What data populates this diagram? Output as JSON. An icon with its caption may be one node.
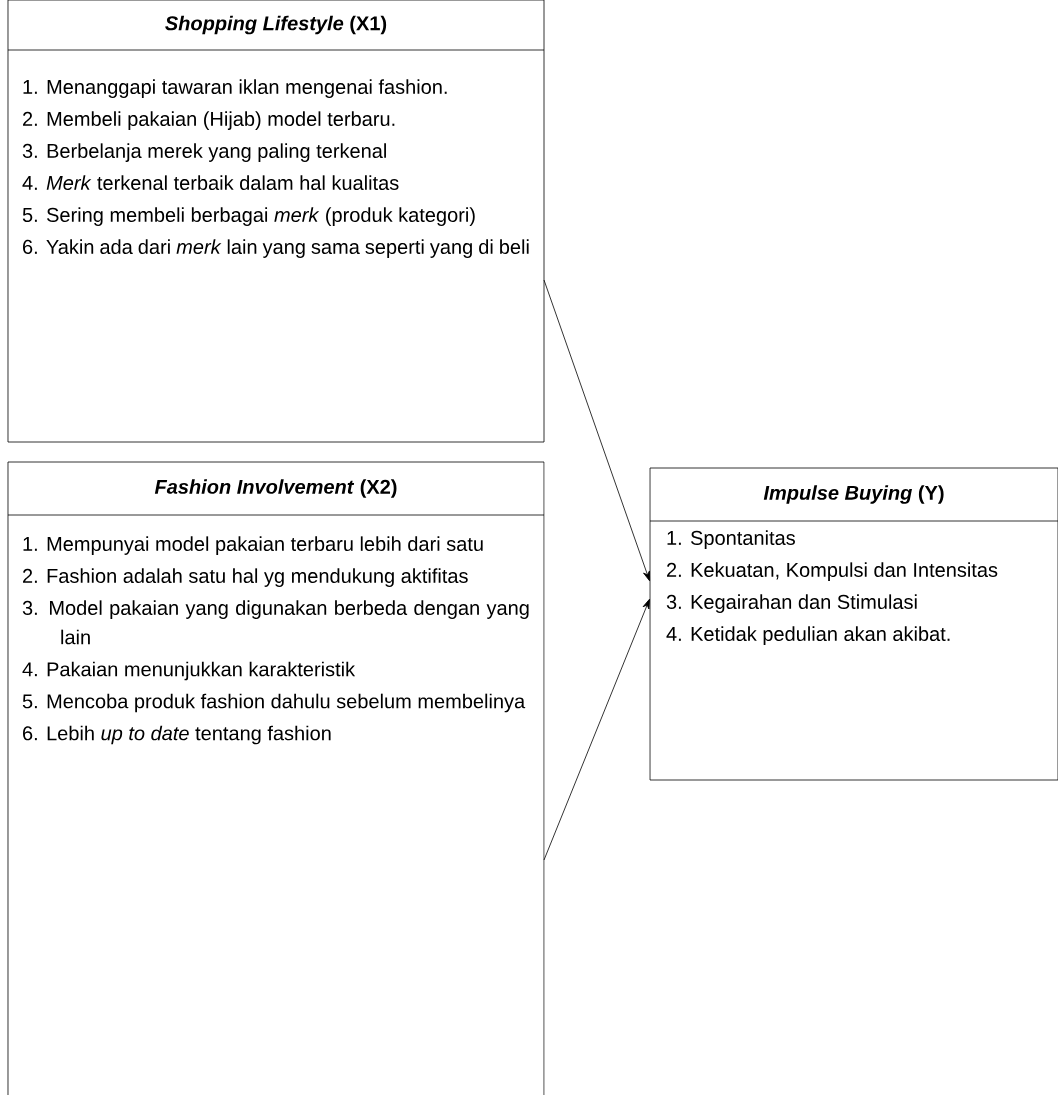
{
  "diagram": {
    "nodes": [
      {
        "text": [
          "*Shopping Lifestyle* (X1)",
          "1. Menanggapi tawaran iklan mengenai fashion.",
          "2. Membeli pakaian (Hijab) model terbaru.",
          "3. Berbelanja merek yang paling terkenal",
          "4. *Merk* terkenal terbaik dalam hal kualitas",
          "5. Sering membeli berbagai *merk* (produk kategori)",
          "6. Yakin ada dari *merk* lain yang sama seperti yang di beli"
        ]
      },
      {
        "text": [
          "*Fashion Involvement* (X2)",
          "1. Mempunyai model pakaian terbaru lebih dari satu",
          "2. Fashion adalah satu hal yg mendukung aktifitas",
          "3. Model pakaian yang digunakan berbeda dengan yang lain",
          "4. Pakaian menunjukkan karakteristik",
          "5. Mencoba produk fashion dahulu sebelum membelinya",
          "6. Lebih *up to date* tentang fashion"
        ]
      },
      {
        "text": [
          "*Impulse Buying* (Y)",
          "1. Spontanitas",
          "2. Kekuatan, Kompulsi dan Intensitas",
          "3. Kegairahan dan Stimulasi",
          "4. Ketidak pedulian akan akibat."
        ]
      }
    ],
    "edges": [
      {
        "from": 0,
        "to": 2,
        "arrow": "to"
      },
      {
        "from": 1,
        "to": 2,
        "arrow": "to"
      }
    ]
  }
}
